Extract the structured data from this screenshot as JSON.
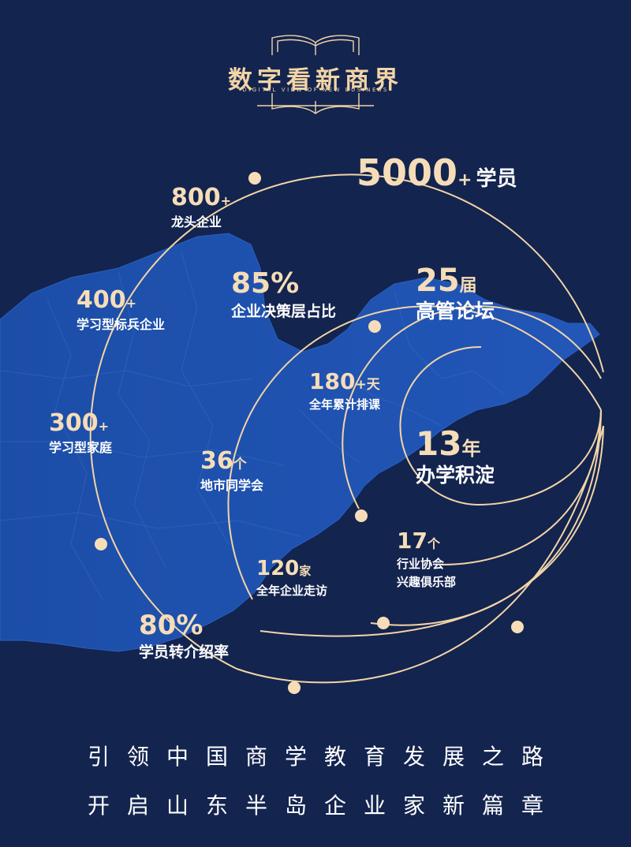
{
  "header": {
    "title": "数字看新商界",
    "subtitle": "DIGITAL VIEW OF NEW BUSINESS"
  },
  "stats": {
    "students": {
      "value": "5000",
      "unit": "+",
      "label": "学员"
    },
    "leaders": {
      "value": "800",
      "unit": "+",
      "label": "龙头企业"
    },
    "benchmark": {
      "value": "400",
      "unit": "+",
      "label": "学习型标兵企业"
    },
    "families": {
      "value": "300",
      "unit": "+",
      "label": "学习型家庭"
    },
    "decision": {
      "value": "85%",
      "unit": "",
      "label": "企业决策层占比"
    },
    "forums": {
      "value": "25",
      "unit": "届",
      "label": "高管论坛"
    },
    "days": {
      "value": "180",
      "unit": "+天",
      "label": "全年累计排课"
    },
    "years": {
      "value": "13",
      "unit": "年",
      "label": "办学积淀"
    },
    "cities": {
      "value": "36",
      "unit": "个",
      "label": "地市同学会"
    },
    "visits": {
      "value": "120",
      "unit": "家",
      "label": "全年企业走访"
    },
    "assoc": {
      "value": "17",
      "unit": "个",
      "label": "行业协会",
      "label2": "兴趣俱乐部"
    },
    "referral": {
      "value": "80%",
      "unit": "",
      "label": "学员转介绍率"
    }
  },
  "slogans": {
    "line1": "引领中国商学教育发展之路",
    "line2": "开启山东半岛企业家新篇章"
  },
  "colors": {
    "background": "#13244f",
    "map": "#1f55b5",
    "accent": "#f6ddb8"
  }
}
